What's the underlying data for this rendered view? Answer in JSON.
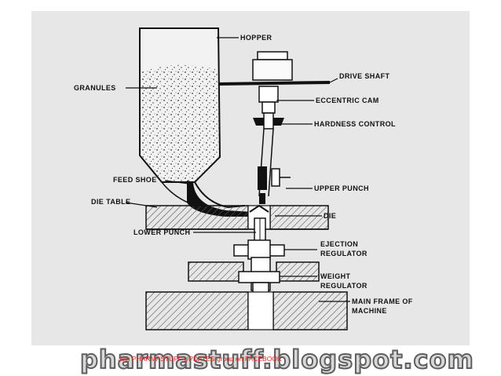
{
  "labels": {
    "hopper": "HOPPER",
    "granules": "GRANULES",
    "drive_shaft": "DRIVE SHAFT",
    "eccentric_cam": "ECCENTRIC CAM",
    "hardness_control": "HARDNESS CONTROL",
    "feed_shoe": "FEED SHOE",
    "upper_punch": "UPPER PUNCH",
    "die_table": "DIE TABLE",
    "die": "DIE",
    "lower_punch": "LOWER PUNCH",
    "ejection_regulator_1": "EJECTION",
    "ejection_regulator_2": "REGULATOR",
    "weight_regulator_1": "WEIGHT",
    "weight_regulator_2": "REGULATOR",
    "main_frame_1": "MAIN FRAME OF",
    "main_frame_2": "MACHINE"
  },
  "watermark": "pharmastuff.blogspot.com",
  "join_text": "Join PHARMASTUFF UPDATES group on FACEBOOK",
  "colors": {
    "scan_background": "#e7e7e7",
    "ink": "#111111",
    "join_text": "#e0261b"
  }
}
